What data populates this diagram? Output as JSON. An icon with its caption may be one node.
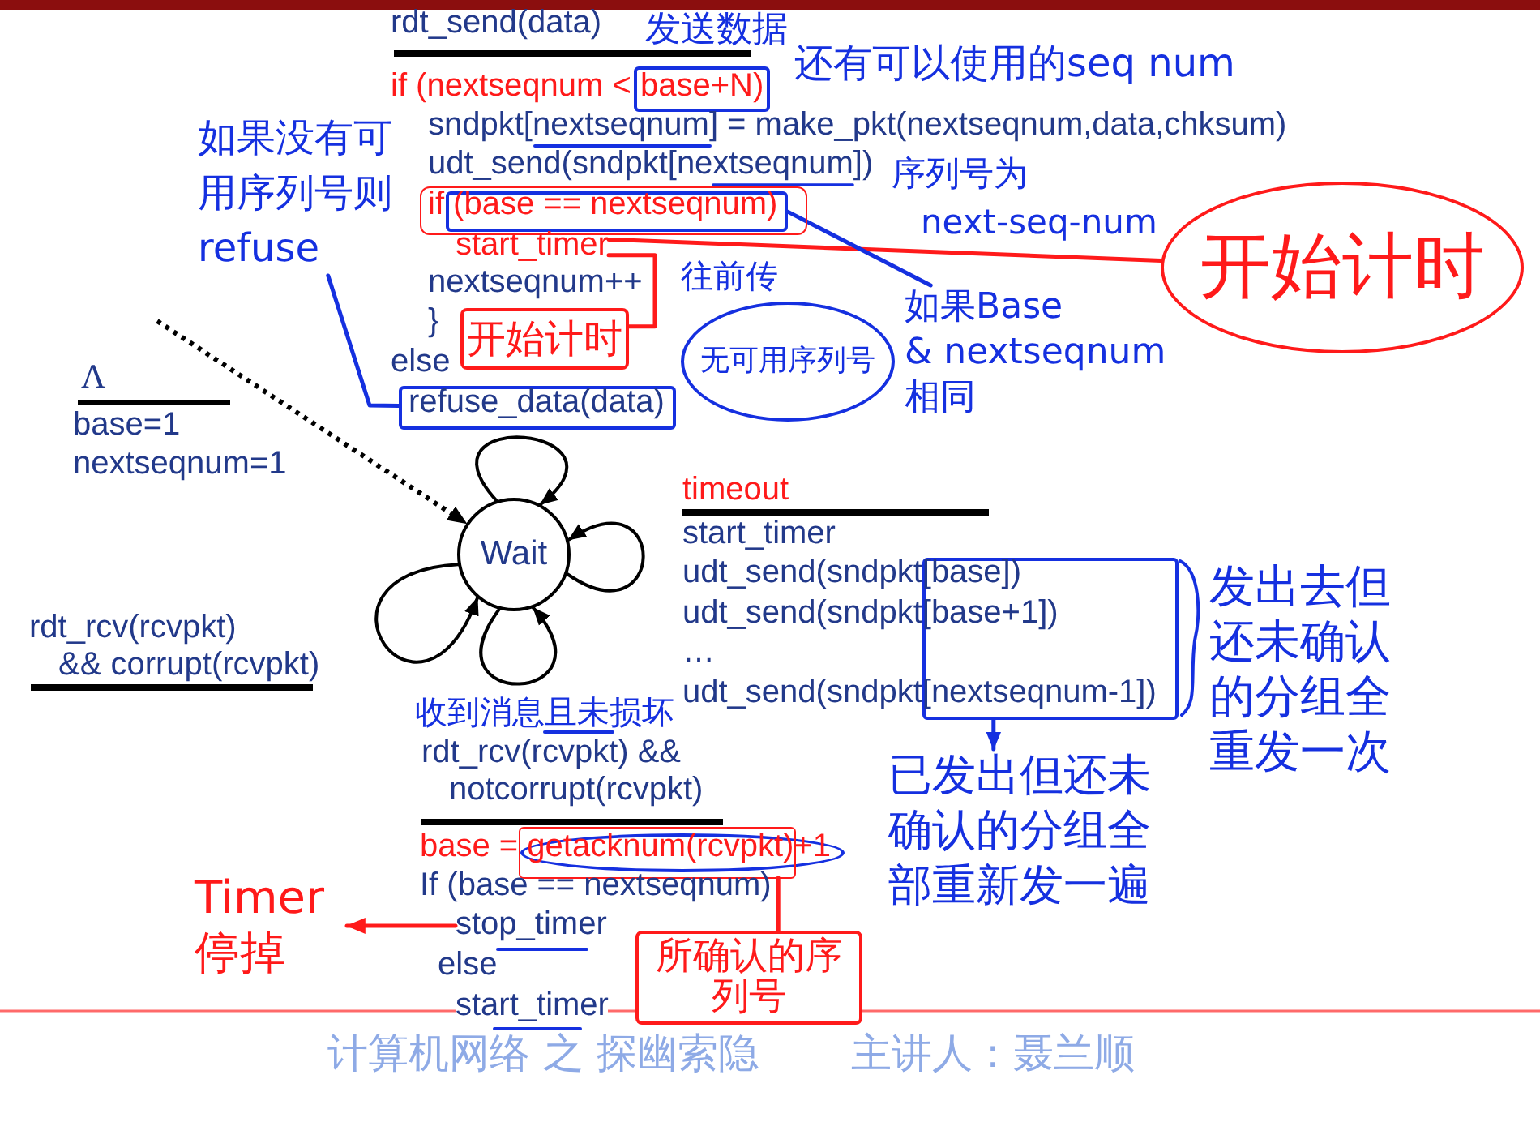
{
  "diagram": {
    "nodes": [
      {
        "text": [],
        "shape": "box"
      },
      {
        "text": [
          "如果没有可用序列号则refuse"
        ]
      },
      {
        "text": [],
        "shape": "box"
      },
      {
        "text": [],
        "shape": "box",
        "in": 2
      },
      {
        "text": [
          "start_timer"
        ]
      },
      {
        "text": [
          "开始计时"
        ]
      },
      {
        "text": [
          "开始计时"
        ]
      },
      {
        "text": [
          "如果Base & nextseqnum 相同"
        ]
      },
      {
        "text": [
          "无可用序列号"
        ]
      },
      {
        "text": [],
        "shape": "box"
      },
      {
        "text": [
          "Wait"
        ]
      },
      {
        "text": [],
        "shape": "box",
        "beside": [
          "发出去但还未确认的分组全重发一次"
        ]
      },
      {
        "text": [
          "已发出但还未确认的分组全部重新发一遍"
        ]
      },
      {
        "text": [],
        "shape": "ellipse"
      },
      {
        "text": [],
        "shape": "box"
      },
      {
        "text": [
          "Timer 停掉"
        ]
      },
      {
        "text": [
          "stop_timer"
        ]
      },
      {
        "text": [
          "所确认的序列号"
        ]
      }
    ],
    "edges": [
      {
        "from": null,
        "to": 10,
        "arrow": "to",
        "style": "dashed"
      },
      {
        "from": 10,
        "to": 10,
        "arrow": "to"
      },
      {
        "from": 10,
        "to": 10,
        "arrow": "to"
      },
      {
        "from": 10,
        "to": 10,
        "arrow": "to"
      },
      {
        "from": 10,
        "to": 10,
        "arrow": "to"
      },
      {
        "from": 1,
        "to": 9,
        "arrow": "none",
        "color": "#1530e0"
      },
      {
        "from": 4,
        "to": 5,
        "arrow": "none",
        "color": "#ff1a1a"
      },
      {
        "from": 6,
        "to": 4,
        "arrow": "none",
        "color": "#ff1a1a"
      },
      {
        "from": 7,
        "to": 3,
        "arrow": "none",
        "color": "#1530e0"
      },
      {
        "from": 11,
        "to": 12,
        "arrow": "to",
        "color": "#1530e0"
      },
      {
        "from": 14,
        "to": 17,
        "arrow": "none",
        "color": "#ff1a1a"
      },
      {
        "from": 16,
        "to": 15,
        "arrow": "to",
        "color": "#ff1a1a"
      }
    ],
    "labels": [
      "rdt_send(data)",
      "发送数据",
      "if (nextseqnum < base+N)",
      "还有可以使用的seq num",
      "sndpkt[nextseqnum] = make_pkt(nextseqnum,data,chksum)",
      "udt_send(sndpkt[nextseqnum])",
      "序列号为 next-seq-num",
      "if (base == nextseqnum)",
      "往前传",
      "nextseqnum++",
      "}",
      "else",
      "refuse_data(data)",
      "Λ",
      "base=1",
      "nextseqnum=1",
      "timeout",
      "start_timer",
      "udt_send(sndpkt[base])",
      "udt_send(sndpkt[base+1])",
      "…",
      "udt_send(sndpkt[nextseqnum-1])",
      "rdt_rcv(rcvpkt) && corrupt(rcvpkt)",
      "收到消息且未损坏",
      "rdt_rcv(rcvpkt) && notcorrupt(rcvpkt)",
      "base = getacknum(rcvpkt)+1",
      "If (base == nextseqnum)",
      "else",
      "start_timer",
      "计算机网络 之 探幽索隐",
      "主讲人：聂兰顺"
    ]
  }
}
